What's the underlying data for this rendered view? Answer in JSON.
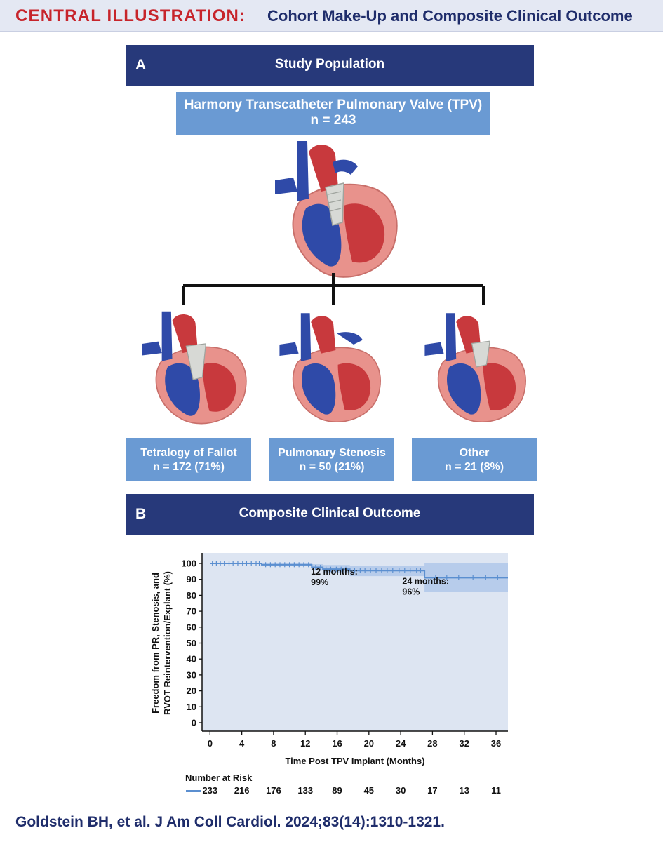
{
  "title": {
    "prefix": "CENTRAL ILLUSTRATION:",
    "text": "Cohort Make-Up and Composite Clinical Outcome"
  },
  "panel_a": {
    "letter": "A",
    "label": "Study Population",
    "total_box": {
      "line1": "Harmony Transcatheter Pulmonary Valve (TPV)",
      "line2": "n = 243"
    },
    "groups": [
      {
        "line1": "Tetralogy of Fallot",
        "line2": "n = 172 (71%)"
      },
      {
        "line1": "Pulmonary Stenosis",
        "line2": "n = 50 (21%)"
      },
      {
        "line1": "Other",
        "line2": "n = 21 (8%)"
      }
    ]
  },
  "panel_b": {
    "letter": "B",
    "label": "Composite Clinical Outcome"
  },
  "chart_data": {
    "type": "line",
    "xlabel": "Time Post TPV Implant (Months)",
    "ylabel": [
      "Freedom from PR, Stenosis, and",
      "RVOT Reintervention/Explant (%)"
    ],
    "xlim": [
      -1,
      37.5
    ],
    "ylim": [
      0,
      100
    ],
    "x_ticks": [
      0,
      4,
      8,
      12,
      16,
      20,
      24,
      28,
      32,
      36
    ],
    "y_ticks": [
      0,
      10,
      20,
      30,
      40,
      50,
      60,
      70,
      80,
      90,
      100
    ],
    "series": [
      {
        "step_x": [
          0,
          6.5,
          12.8,
          14.2,
          17.6,
          27,
          37.5
        ],
        "step_y": [
          100,
          99.2,
          97.6,
          96.4,
          95.5,
          91,
          91
        ],
        "ci_lower": [
          100,
          98.5,
          95.5,
          94,
          92,
          82,
          82
        ],
        "ci_upper": [
          100,
          100,
          99.5,
          99,
          98.7,
          100,
          100
        ],
        "censor_x": [
          0.3,
          0.8,
          1.3,
          1.8,
          2.4,
          2.9,
          3.5,
          4.1,
          4.6,
          5.2,
          5.8,
          6.2,
          7,
          7.6,
          8.2,
          8.8,
          9.4,
          10,
          10.6,
          11.2,
          11.8,
          12.4,
          13.3,
          13.9,
          14.6,
          15.2,
          15.9,
          16.5,
          17.1,
          18.2,
          18.9,
          19.5,
          20.2,
          20.9,
          21.6,
          22.3,
          23,
          23.8,
          24.5,
          25.2,
          26,
          26.5,
          28.4,
          29.8,
          31.3,
          33.1,
          34.7,
          36.2
        ]
      }
    ],
    "annotations": [
      {
        "line1": "12 months:",
        "line2": "99%",
        "x": 12.7,
        "y": 93
      },
      {
        "line1": "24 months:",
        "line2": "96%",
        "x": 24.2,
        "y": 87
      }
    ],
    "number_at_risk": {
      "label": "Number at Risk",
      "x": [
        0,
        4,
        8,
        12,
        16,
        20,
        24,
        28,
        32,
        36
      ],
      "values": [
        233,
        216,
        176,
        133,
        89,
        45,
        30,
        17,
        13,
        11
      ]
    }
  },
  "citation": "Goldstein BH, et al. J Am Coll Cardiol. 2024;83(14):1310-1321.",
  "colors": {
    "title_red": "#c7242b",
    "navy": "#27397a",
    "box_blue": "#6a9ad3",
    "plot_bg": "#dde5f2",
    "km_line": "#5b8fd0",
    "ci_band": "#a9c3e8"
  }
}
